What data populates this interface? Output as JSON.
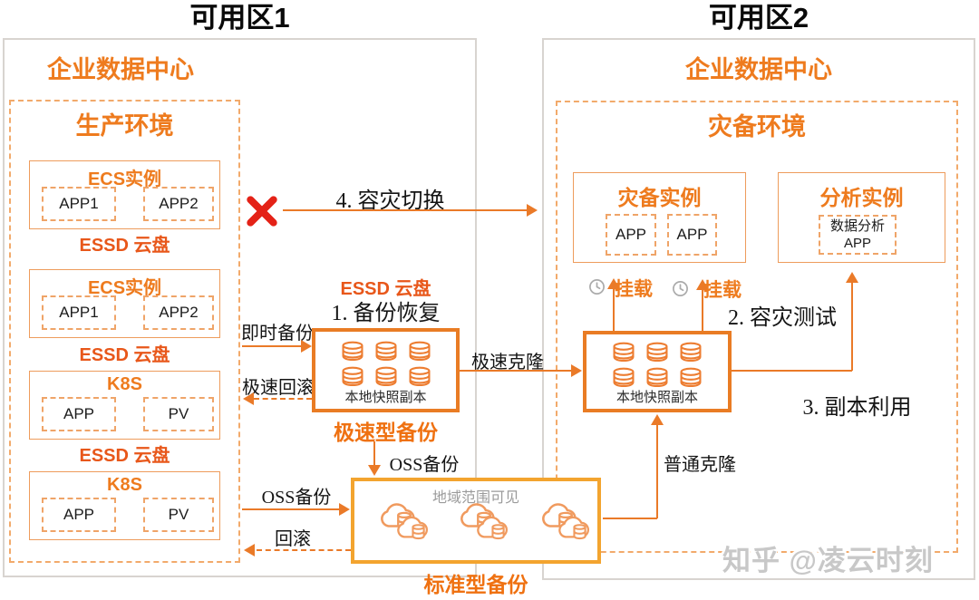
{
  "colors": {
    "accent_orange": "#EE7B1E",
    "deep_orange": "#EF7111",
    "red_orange_label": "#E8571A",
    "thick_border": "#E97C24",
    "standard_border": "#F3A42F",
    "dashed_border": "#F2AA6B",
    "zone_border": "#D8D4D0",
    "arrow": "#EA7A28",
    "failure_red": "#E42217",
    "gray_text": "#9B9B9B",
    "watermark_gray": "#C8C8C8"
  },
  "zone1": {
    "title": "可用区1",
    "datacenter": "企业数据中心",
    "production": {
      "title": "生产环境",
      "groups": [
        {
          "title": "ECS实例",
          "app1": "APP1",
          "app2": "APP2",
          "disk": "ESSD 云盘"
        },
        {
          "title": "ECS实例",
          "app1": "APP1",
          "app2": "APP2",
          "disk": "ESSD 云盘"
        },
        {
          "title": "K8S",
          "app1": "APP",
          "app2": "PV",
          "disk": "ESSD 云盘"
        },
        {
          "title": "K8S",
          "app1": "APP",
          "app2": "PV"
        }
      ]
    }
  },
  "zone2": {
    "title": "可用区2",
    "datacenter": "企业数据中心",
    "dr_env": {
      "title": "灾备环境",
      "dr_instance": {
        "title": "灾备实例",
        "app1": "APP",
        "app2": "APP"
      },
      "analysis_instance": {
        "title": "分析实例",
        "app_line1": "数据分析",
        "app_line2": "APP"
      }
    }
  },
  "backup": {
    "essd_disk_label": "ESSD 云盘",
    "local_snapshot_left": "本地快照副本",
    "local_snapshot_right": "本地快照副本",
    "fast_backup_label": "极速型备份",
    "standard_backup_label": "标准型备份",
    "region_scope_label": "地域范围可见"
  },
  "flows": {
    "step1": "1. 备份恢复",
    "step2": "2. 容灾测试",
    "step3": "3. 副本利用",
    "step4": "4. 容灾切换",
    "instant_backup": "即时备份",
    "fast_rollback": "极速回滚",
    "oss_backup_left": "OSS备份",
    "rollback": "回滚",
    "oss_backup_down": "OSS备份",
    "fast_clone": "极速克隆",
    "normal_clone": "普通克隆",
    "mount_left": "挂载",
    "mount_right": "挂载"
  },
  "icons": {
    "database": "database-cylinder",
    "cloud_backup": "cloud-with-database",
    "clock": "clock",
    "failure": "red-x-cross"
  },
  "watermark": "知乎 @凌云时刻"
}
